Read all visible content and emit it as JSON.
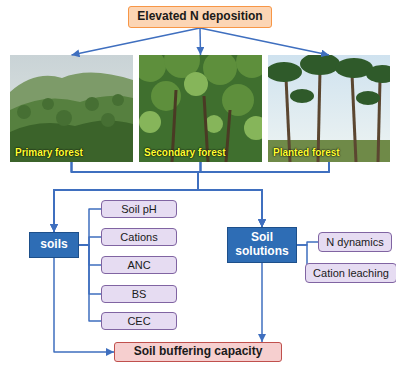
{
  "diagram": {
    "nodes": [
      {
        "text": [
          "Elevated N deposition"
        ]
      },
      {
        "text": [
          "Primary forest"
        ]
      },
      {
        "text": [
          "Secondary forest"
        ]
      },
      {
        "text": [
          "Planted forest"
        ]
      },
      {
        "text": [
          "soils"
        ]
      },
      {
        "text": [
          "Soil pH"
        ]
      },
      {
        "text": [
          "Cations"
        ]
      },
      {
        "text": [
          "ANC"
        ]
      },
      {
        "text": [
          "BS"
        ]
      },
      {
        "text": [
          "CEC"
        ]
      },
      {
        "text": [
          "Soil solutions"
        ]
      },
      {
        "text": [
          "N dynamics"
        ]
      },
      {
        "text": [
          "Cation leaching"
        ]
      },
      {
        "text": [
          "Soil buffering capacity"
        ]
      }
    ],
    "edges": [
      {
        "from": 0,
        "to": 1,
        "arrow": "to"
      },
      {
        "from": 0,
        "to": 2,
        "arrow": "to"
      },
      {
        "from": 0,
        "to": 3,
        "arrow": "to"
      },
      {
        "from": 1,
        "to": 4,
        "arrow": "to"
      },
      {
        "from": 2,
        "to": 4,
        "arrow": "to"
      },
      {
        "from": 3,
        "to": 4,
        "arrow": "to"
      },
      {
        "from": 1,
        "to": 10,
        "arrow": "to"
      },
      {
        "from": 2,
        "to": 10,
        "arrow": "to"
      },
      {
        "from": 3,
        "to": 10,
        "arrow": "to"
      },
      {
        "from": 4,
        "to": 5,
        "arrow": "none"
      },
      {
        "from": 4,
        "to": 6,
        "arrow": "none"
      },
      {
        "from": 4,
        "to": 7,
        "arrow": "none"
      },
      {
        "from": 4,
        "to": 8,
        "arrow": "none"
      },
      {
        "from": 4,
        "to": 9,
        "arrow": "none"
      },
      {
        "from": 10,
        "to": 11,
        "arrow": "none"
      },
      {
        "from": 10,
        "to": 12,
        "arrow": "none"
      },
      {
        "from": 4,
        "to": 13,
        "arrow": "to"
      },
      {
        "from": 10,
        "to": 13,
        "arrow": "to"
      }
    ]
  }
}
